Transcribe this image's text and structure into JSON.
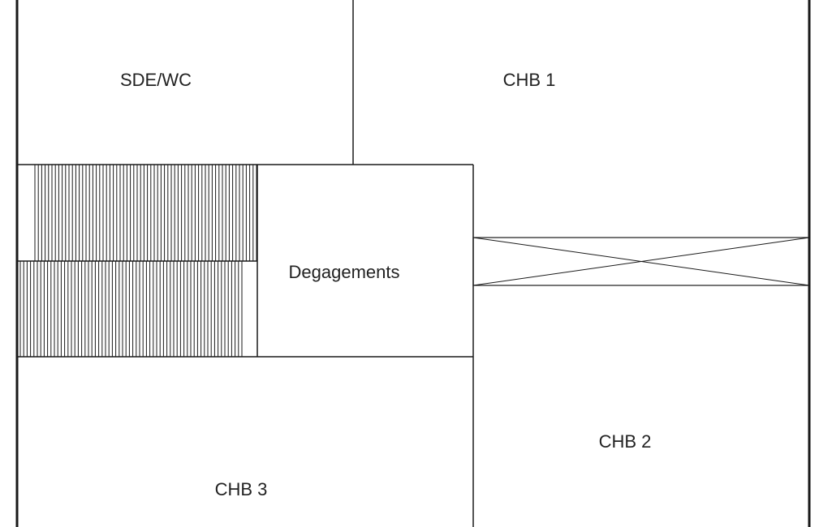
{
  "rooms": {
    "sde_wc": "SDE/WC",
    "chb1": "CHB 1",
    "degagements": "Degagements",
    "chb2": "CHB 2",
    "chb3": "CHB 3"
  },
  "colors": {
    "line": "#1a1a1a",
    "background": "#ffffff",
    "label": "#222222"
  }
}
